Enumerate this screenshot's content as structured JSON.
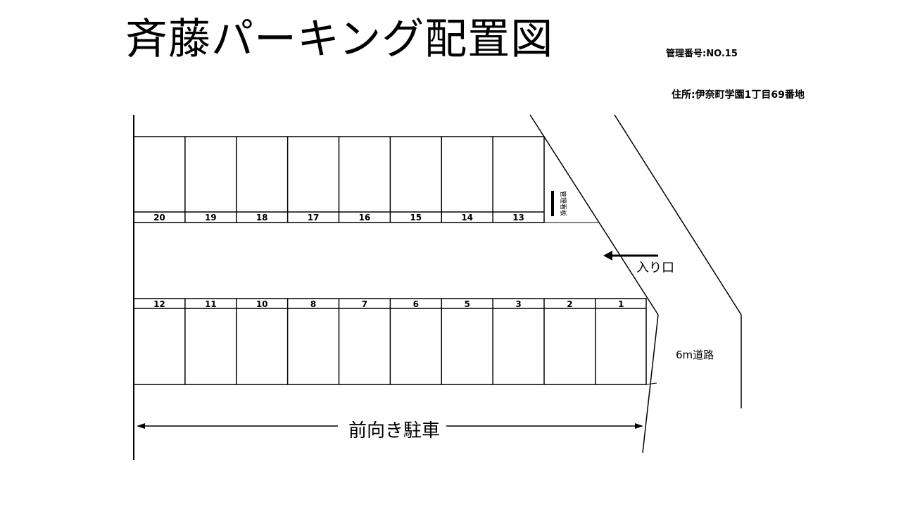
{
  "title": "斉藤パーキング配置図",
  "management_number": "管理番号:NO.15",
  "address": "住所:伊奈町学園1丁目69番地",
  "top_row_spaces": [
    "20",
    "19",
    "18",
    "17",
    "16",
    "15",
    "14",
    "13"
  ],
  "bottom_row_spaces": [
    "12",
    "11",
    "10",
    "8",
    "7",
    "6",
    "5",
    "3",
    "2",
    "1"
  ],
  "sign_label": "管理看板",
  "entrance_label": "入り口",
  "road_label": "6m道路",
  "parking_note": "前向き駐車"
}
